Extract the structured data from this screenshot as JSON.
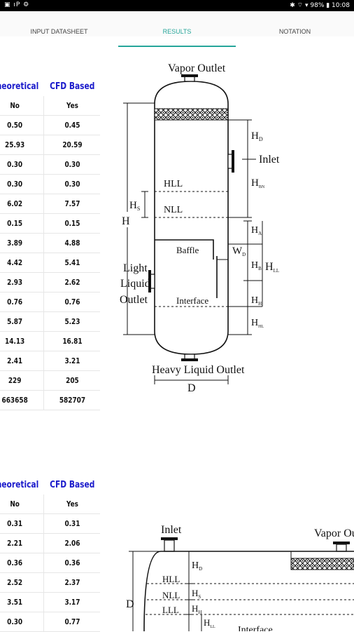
{
  "status_bar": {
    "left_icons": "▣ ıP ⚙",
    "right_text": "✱ ⌔ ▾ 98% ▮ 10:08"
  },
  "tabs": [
    {
      "label": "INPUT DATASHEET"
    },
    {
      "label": "RESULTS"
    },
    {
      "label": "NOTATION"
    }
  ],
  "colors": {
    "accent": "#26a69a",
    "table_header": "#1a1acb"
  },
  "vertical_table": {
    "headers": [
      "Theoretical",
      "CFD Based"
    ],
    "rows": [
      [
        "No",
        "Yes"
      ],
      [
        "0.50",
        "0.45"
      ],
      [
        "25.93",
        "20.59"
      ],
      [
        "0.30",
        "0.30"
      ],
      [
        "0.30",
        "0.30"
      ],
      [
        "6.02",
        "7.57"
      ],
      [
        "0.15",
        "0.15"
      ],
      [
        "3.89",
        "4.88"
      ],
      [
        "4.42",
        "5.41"
      ],
      [
        "2.93",
        "2.62"
      ],
      [
        "0.76",
        "0.76"
      ],
      [
        "5.87",
        "5.23"
      ],
      [
        "14.13",
        "16.81"
      ],
      [
        "2.41",
        "3.21"
      ],
      [
        "229",
        "205"
      ],
      [
        "663658",
        "582707"
      ]
    ]
  },
  "horizontal_table": {
    "headers": [
      "Theoretical",
      "CFD Based"
    ],
    "rows": [
      [
        "No",
        "Yes"
      ],
      [
        "0.31",
        "0.31"
      ],
      [
        "2.21",
        "2.06"
      ],
      [
        "0.36",
        "0.36"
      ],
      [
        "2.52",
        "2.37"
      ],
      [
        "3.51",
        "3.17"
      ],
      [
        "0.30",
        "0.77"
      ]
    ]
  },
  "vertical_diagram": {
    "vapor_outlet": "Vapor Outlet",
    "inlet": "Inlet",
    "hll": "HLL",
    "nll": "NLL",
    "baffle": "Baffle",
    "interface": "Interface",
    "light_1": "Light",
    "light_2": "Liquid",
    "light_3": "Outlet",
    "heavy_outlet": "Heavy Liquid Outlet",
    "d": "D",
    "h": "H",
    "hs_main": "H",
    "hs_sub": "S",
    "hd_main": "H",
    "hd_sub": "D",
    "hbn_main": "H",
    "hbn_sub": "BN",
    "ha_main": "H",
    "ha_sub": "A",
    "hb_main": "H",
    "hb_sub": "B",
    "hll_main": "H",
    "hll_sub": "LL",
    "hh_main": "H",
    "hh_sub": "H",
    "hhl_main": "H",
    "hhl_sub": "HL",
    "wd_main": "W",
    "wd_sub": "D"
  },
  "horizontal_diagram": {
    "inlet": "Inlet",
    "vapor_outlet": "Vapor Out",
    "hll": "HLL",
    "nll": "NLL",
    "lll": "LLL",
    "interface": "Interface",
    "d": "D",
    "hd_main": "H",
    "hd_sub": "D",
    "hs_main": "H",
    "hs_sub": "S",
    "hh_main": "H",
    "hh_sub": "H",
    "hll_main": "H",
    "hll_sub": "LL"
  }
}
